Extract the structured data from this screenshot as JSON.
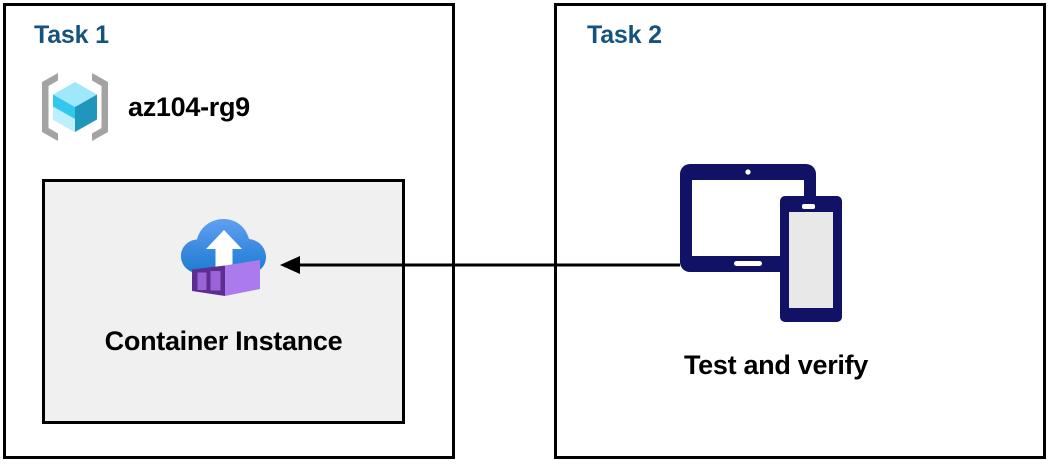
{
  "diagram": {
    "title": "Azure container instance task diagram",
    "background_color": "#ffffff",
    "panels": [
      {
        "id": "task1",
        "title": "Task 1",
        "title_color": "#15537d",
        "border_color": "#000000",
        "resource_group": {
          "icon": "azure-resource-group-icon",
          "label": "az104-rg9",
          "icon_colors": {
            "bracket": "#a3a3a3",
            "cube_top": "#9fe8fb",
            "cube_left": "#32c8ee",
            "cube_right": "#2196bd",
            "cube_bottom_left": "#bdf0fc"
          }
        },
        "resource_box": {
          "fill": "#f0f0f0",
          "border_color": "#000000",
          "icon": "azure-container-instance-icon",
          "label": "Container Instance",
          "icon_colors": {
            "cloud_top": "#5b9bf0",
            "cloud_bottom": "#1b7ed0",
            "arrow": "#ffffff",
            "container_left_face": "#5e2d91",
            "container_panel": "#9a63d6",
            "container_right_face": "#ab7bee"
          }
        }
      },
      {
        "id": "task2",
        "title": "Task 2",
        "title_color": "#15537d",
        "border_color": "#000000",
        "device": {
          "icon": "tablet-and-phone-icon",
          "label": "Test and verify",
          "icon_colors": {
            "body": "#111166",
            "tablet_screen": "#ffffff",
            "phone_screen": "#e8e8e8"
          }
        }
      }
    ],
    "connector": {
      "name": "flow-arrow",
      "direction": "right-to-left",
      "from": "Test and verify",
      "to": "Container Instance",
      "color": "#000000"
    }
  }
}
